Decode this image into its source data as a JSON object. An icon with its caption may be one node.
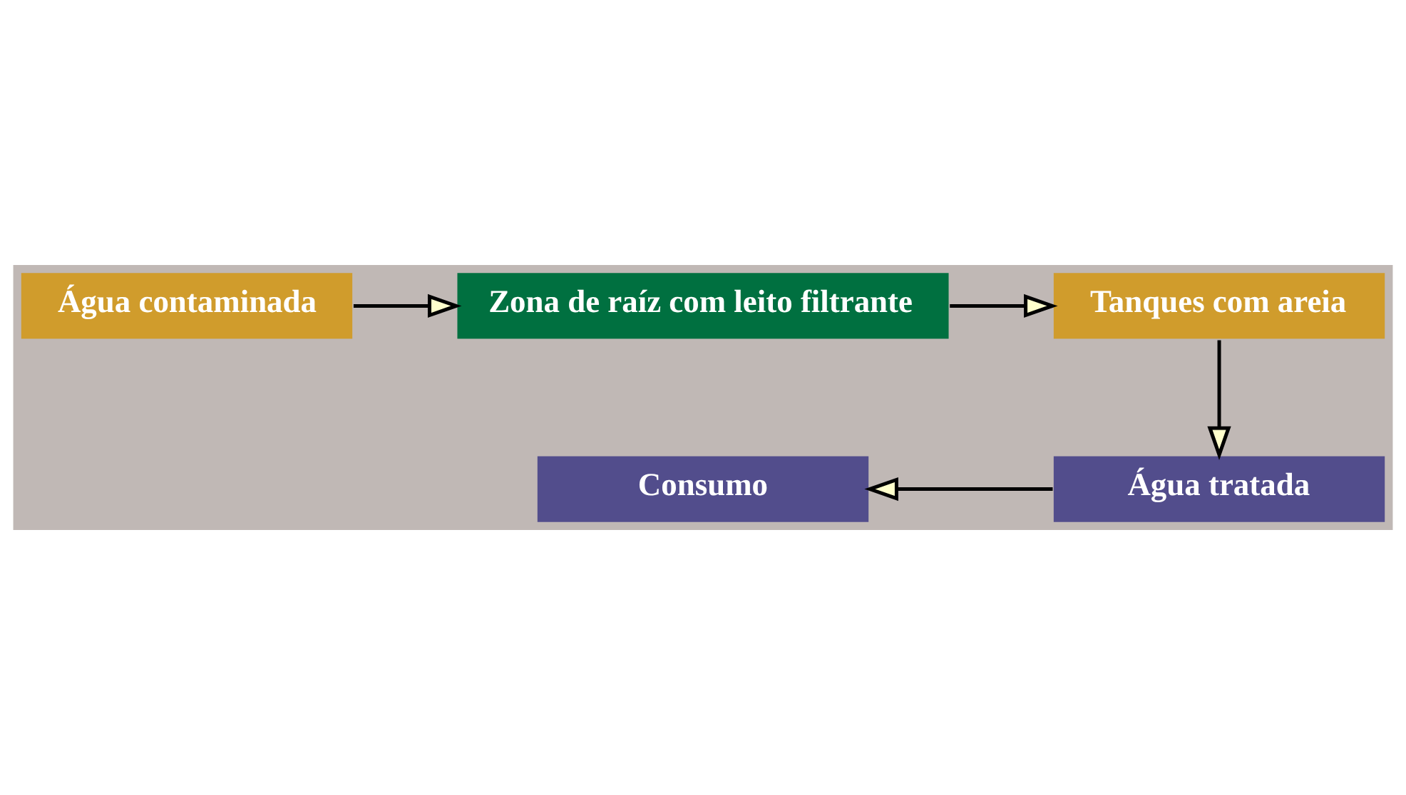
{
  "diagram": {
    "nodes": [
      {
        "text": [
          "Água contaminada"
        ]
      },
      {
        "text": [
          "Zona de raíz com leito filtrante"
        ]
      },
      {
        "text": [
          "Tanques com areia"
        ]
      },
      {
        "text": [
          "Água tratada"
        ]
      },
      {
        "text": [
          "Consumo"
        ]
      }
    ],
    "edges": [
      {
        "from": 0,
        "to": 1,
        "arrow": "to"
      },
      {
        "from": 1,
        "to": 2,
        "arrow": "to"
      },
      {
        "from": 2,
        "to": 3,
        "arrow": "to"
      },
      {
        "from": 3,
        "to": 4,
        "arrow": "to"
      }
    ]
  }
}
